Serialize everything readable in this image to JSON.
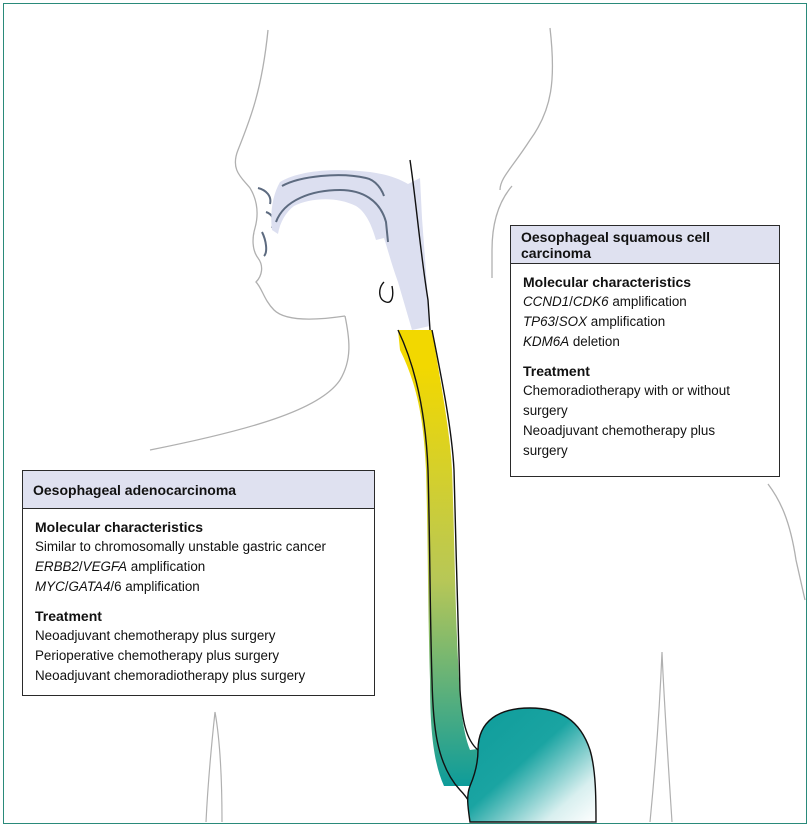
{
  "colors": {
    "frame": "#2a8a7a",
    "header_fill": "#dfe1f0",
    "airway_fill": "#dcdff0",
    "oesophagus_top": "#f2d800",
    "oesophagus_bottom": "#0e9c9a",
    "outline": "#b0b0b0"
  },
  "scc_box": {
    "title": "Oesophageal squamous cell carcinoma",
    "molecular_heading": "Molecular characteristics",
    "molecular": [
      {
        "gene1": "CCND1",
        "sep": "/",
        "gene2": "CDK6",
        "rest": " amplification"
      },
      {
        "gene1": "TP63",
        "sep": "/",
        "gene2": "SOX",
        "rest": " amplification"
      },
      {
        "gene1": "KDM6A",
        "sep": "",
        "gene2": "",
        "rest": " deletion"
      }
    ],
    "treatment_heading": "Treatment",
    "treatment": [
      "Chemoradiotherapy with or without surgery",
      "Neoadjuvant chemotherapy plus surgery"
    ]
  },
  "adeno_box": {
    "title": "Oesophageal adenocarcinoma",
    "molecular_heading": "Molecular characteristics",
    "molecular_line1": "Similar to chromosomally unstable gastric cancer",
    "molecular": [
      {
        "gene1": "ERBB2",
        "sep": "/",
        "gene2": "VEGFA",
        "rest": " amplification"
      },
      {
        "gene1": "MYC",
        "sep": "/",
        "gene2": "GATA4",
        "rest": "/6 amplification"
      }
    ],
    "treatment_heading": "Treatment",
    "treatment": [
      "Neoadjuvant chemotherapy plus surgery",
      "Perioperative chemotherapy plus surgery",
      "Neoadjuvant chemoradiotherapy plus surgery"
    ]
  }
}
